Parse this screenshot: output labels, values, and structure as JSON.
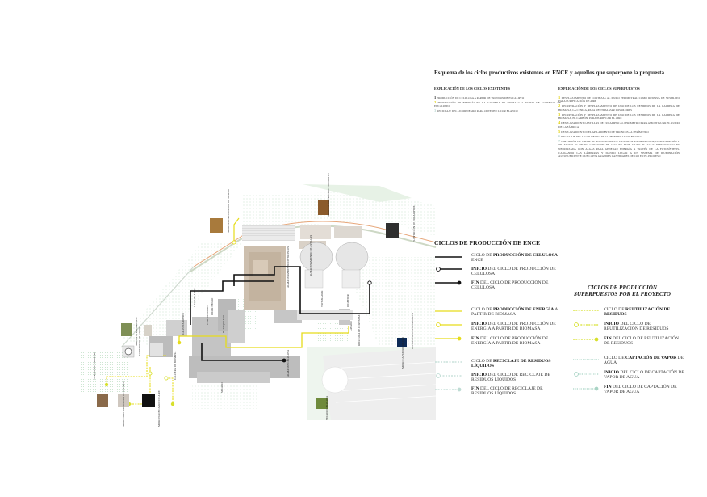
{
  "title": "Esquema de los ciclos productivos existentes en ENCE y aquellos que superpone la propuesta",
  "explanation": {
    "left": {
      "heading": "EXPLICACIÓN DE LOS CICLOS EXISTENTES",
      "items": [
        {
          "num": "1",
          "text": "PRODUCCIÓN DE CELULOSA A PARTIR DE TRONCOS DE EUCALIPTO"
        },
        {
          "num": "2",
          "text": "PRODUCCIÓN DE ENERGÍA EN LA CALDERA DE BIOMASA A PARTIR DE CORTEZAS DE EUCALIPTO"
        },
        {
          "num": "3",
          "text": "RECICLAJE DEL LICOR NEGRO PARA OBTENER LICOR BLANCO"
        }
      ]
    },
    "right": {
      "heading": "EXPLICACIÓN DE LOS CICLOS SUPERPUESTOS",
      "items": [
        {
          "num": "1",
          "text": "DESPLAZAMIENTO DE CORTEZAS AL MURO PERIMETRAL COMO RESERVA DE SUSTRATO PARA PURIFICACIÓN DE AIRE"
        },
        {
          "num": "2",
          "text": "RECUPERACIÓN Y DESPLAZAMIENTO DE UNO DE LOS RESIDUOS DE LA CALDERA DE BIOMASA, LA CENIZA, PARA NEUTRALIZAR LOS OLORES"
        },
        {
          "num": "3",
          "text": "RECUPERACIÓN Y DESPLAZAMIENTO DE UNO DE LOS RESIDUOS DE LA CALDERA DE BIOMASA, EL CARBÓN, PARA PURIFICAR EL AIRE"
        },
        {
          "num": "4",
          "text": "DESPLAZAMIENTO ASTILLAS DE EUCALIPTO AL PERÍMETRO PARA AMORTIGUAR EL RUIDO DE LA FÁBRICA"
        },
        {
          "num": "5",
          "text": "DESPLAZAMIENTO DEL APILAMIENTO DE TRONCOS AL PERÍMETRO"
        },
        {
          "num": "6",
          "text": "RECICLAJE DEL LICOR NEGRO PARA OBTENER LICOR BLANCO"
        },
        {
          "num": "7",
          "text": "CAPTACIÓN DE VAPOR DE AGUA MEDIANTE LA MALLA ATRAPANIEBLA, CONDENSACIÓN Y TRASLADO AL MURO CAPTADOR DE CO2. EN ESTE MURO EL AGUA PRESURIZADA ES NEBULIZADA CON ALGAS PARA GENERAR ENERGÍA A TRAVÉS DE LA FOTOSÍNTESIS, CARGANDO LAS LÁMPARAS Y DANDO LUGAR A UN SISTEMA DE ILUMINACIÓN AUTOSUFICIENTE QUE CAPTA GRANDES CANTIDADES DE CO2 EN EL PROCESO"
        }
      ]
    }
  },
  "legend_left": {
    "title": "CICLOS DE PRODUCCIÓN DE ENCE",
    "entries": [
      {
        "pre": "CICLO DE ",
        "bold": "PRODUCCIÓN DE CELULOSA",
        "post": " ENCE"
      },
      {
        "pre": "",
        "bold": "INICIO",
        "post": " DEL CICLO DE PRODUCCIÓN DE CELULOSA"
      },
      {
        "pre": "",
        "bold": "FIN",
        "post": " DEL CICLO DE PRODUCCIÓN DE CELULOSA"
      },
      {
        "pre": "CICLO DE ",
        "bold": "PRODUCCIÓN DE ENERGÍA",
        "post": " A PARTIR DE BIOMASA"
      },
      {
        "pre": "",
        "bold": "INICIO",
        "post": " DEL CICLO DE PRODUCCIÓN DE ENERGÍA A PARTIR DE BIOMASA"
      },
      {
        "pre": "",
        "bold": "FIN",
        "post": " DEL CICLO DE PRODUCCIÓN DE ENERGÍA A PARTIR DE BIOMASA"
      },
      {
        "pre": "CICLO DE ",
        "bold": "RECICLAJE DE RESIDUOS LÍQUIDOS",
        "post": ""
      },
      {
        "pre": "",
        "bold": "INICIO",
        "post": " DEL CICLO DE RECICLAJE DE RESIDUOS LÍQUIDOS"
      },
      {
        "pre": "",
        "bold": "FIN",
        "post": " DEL CICLO DE RECICLAJE DE RESIDUOS LÍQUIDOS"
      }
    ]
  },
  "legend_right": {
    "title": "CICLOS DE PRODUCCIÓN SUPERPUESTOS POR EL PROYECTO",
    "entries": [
      {
        "pre": "CICLO DE ",
        "bold": "REUTILIZACIÓN DE RESIDUOS",
        "post": ""
      },
      {
        "pre": "",
        "bold": "INICIO",
        "post": " DEL CICLO DE REUTILIZACIÓN DE RESIDUOS"
      },
      {
        "pre": "",
        "bold": "FIN",
        "post": " DEL CICLO DE REUTILIZACIÓN DE RESIDUOS"
      },
      {
        "pre": "CICLO DE ",
        "bold": "CAPTACIÓN DE VAPOR",
        "post": " DE AGUA"
      },
      {
        "pre": "",
        "bold": "INICIO",
        "post": " DEL CICLO DE CAPTACIÓN DE VAPOR DE AGUA"
      },
      {
        "pre": "",
        "bold": "FIN",
        "post": " DEL CICLO DE CAPTACIÓN DE VAPOR DE AGUA"
      }
    ]
  },
  "map_labels": [
    "MURO AMORTIGUADOR DE SONIDO",
    "MURO DE TRONCOS DE EUCALIPTO",
    "PLANTACIÓN DE EUCALIPTOS",
    "ALMACENAMIENTO DE TRONCOS",
    "ALMACENAMIENTO DE ASTILLAS",
    "TRITURADOR",
    "DIGESTOR",
    "LICOR BLANCO",
    "LICOR NEGRO",
    "CALDERA DE BIOMASA",
    "CONVERSOR DE VAPOR",
    "MALLA ATRAPANIEBLA",
    "SECADO",
    "ALMACÉN CELULOSA",
    "MURO PURIFICADOR DE AIRE",
    "MURO NEUTRALIZADOR DE OLORES",
    "MURO CAPTADOR DE CO2",
    "TANQUE DE CARBONO",
    "EVAPORADORES",
    "BLANQUEADO",
    "LAVADO",
    "DEPURACIÓN ULTRAVIOLETA",
    "RECOGIDA DE CORTEZAS",
    "SECADO CELULOSA",
    "CALENTAMIENTO"
  ],
  "colors": {
    "celulosa": "#111111",
    "biomasa": "#e6dc1a",
    "residuos_liquidos": "#bfdcd4",
    "reutilizacion": "#d7e02c",
    "vapor": "#a9d4c5",
    "green_terrain": "#d9ecd6",
    "building": "#bfbfbf"
  },
  "icons": [
    "photo-bark",
    "photo-ash",
    "photo-coal",
    "photo-chips",
    "photo-logs",
    "photo-eucalyptus",
    "photo-algae",
    "photo-moss",
    "photo-washing-machine"
  ]
}
